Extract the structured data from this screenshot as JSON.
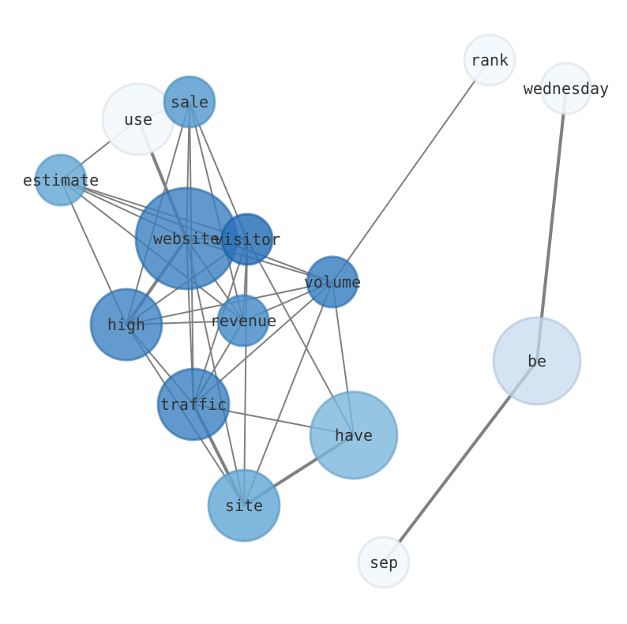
{
  "graph": {
    "nodes": [
      {
        "id": "rank",
        "label": "rank",
        "color": "#f3f8fd",
        "opacity": 0.9,
        "size": 1
      },
      {
        "id": "wednesday",
        "label": "wednesday",
        "color": "#f3f8fd",
        "opacity": 0.9,
        "size": 1
      },
      {
        "id": "use",
        "label": "use",
        "color": "#f3f8fd",
        "opacity": 0.9,
        "size": 3
      },
      {
        "id": "sale",
        "label": "sale",
        "color": "#5b9fd0",
        "opacity": 0.85,
        "size": 1.5
      },
      {
        "id": "estimate",
        "label": "estimate",
        "color": "#6aaad6",
        "opacity": 0.85,
        "size": 1.5
      },
      {
        "id": "website",
        "label": "website",
        "color": "#3a7fbf",
        "opacity": 0.8,
        "size": 6
      },
      {
        "id": "visitor",
        "label": "visitor",
        "color": "#2b72b8",
        "opacity": 0.85,
        "size": 1.5
      },
      {
        "id": "volume",
        "label": "volume",
        "color": "#3d82c2",
        "opacity": 0.85,
        "size": 1.5
      },
      {
        "id": "high",
        "label": "high",
        "color": "#3d82c2",
        "opacity": 0.8,
        "size": 3
      },
      {
        "id": "revenue",
        "label": "revenue",
        "color": "#4a8fc9",
        "opacity": 0.85,
        "size": 1.5
      },
      {
        "id": "be",
        "label": "be",
        "color": "#c6dbef",
        "opacity": 0.75,
        "size": 4.5
      },
      {
        "id": "traffic",
        "label": "traffic",
        "color": "#3a7fbf",
        "opacity": 0.8,
        "size": 3.3
      },
      {
        "id": "have",
        "label": "have",
        "color": "#7ab6dc",
        "opacity": 0.8,
        "size": 4.5
      },
      {
        "id": "site",
        "label": "site",
        "color": "#6aaad6",
        "opacity": 0.85,
        "size": 3
      },
      {
        "id": "sep",
        "label": "sep",
        "color": "#f3f8fd",
        "opacity": 0.9,
        "size": 1.5
      }
    ],
    "edges": [
      {
        "source": "rank",
        "target": "volume",
        "weight": 1
      },
      {
        "source": "wednesday",
        "target": "be",
        "weight": 2
      },
      {
        "source": "be",
        "target": "sep",
        "weight": 2
      },
      {
        "source": "use",
        "target": "website",
        "weight": 2
      },
      {
        "source": "use",
        "target": "sale",
        "weight": 1
      },
      {
        "source": "use",
        "target": "estimate",
        "weight": 1
      },
      {
        "source": "sale",
        "target": "website",
        "weight": 1
      },
      {
        "source": "sale",
        "target": "visitor",
        "weight": 1
      },
      {
        "source": "sale",
        "target": "high",
        "weight": 1
      },
      {
        "source": "sale",
        "target": "revenue",
        "weight": 1
      },
      {
        "source": "sale",
        "target": "traffic",
        "weight": 1
      },
      {
        "source": "estimate",
        "target": "website",
        "weight": 1
      },
      {
        "source": "estimate",
        "target": "visitor",
        "weight": 1
      },
      {
        "source": "estimate",
        "target": "high",
        "weight": 1
      },
      {
        "source": "estimate",
        "target": "revenue",
        "weight": 1
      },
      {
        "source": "estimate",
        "target": "volume",
        "weight": 1
      },
      {
        "source": "website",
        "target": "visitor",
        "weight": 1
      },
      {
        "source": "website",
        "target": "high",
        "weight": 2
      },
      {
        "source": "website",
        "target": "revenue",
        "weight": 1
      },
      {
        "source": "website",
        "target": "traffic",
        "weight": 1
      },
      {
        "source": "website",
        "target": "volume",
        "weight": 1
      },
      {
        "source": "website",
        "target": "site",
        "weight": 1
      },
      {
        "source": "visitor",
        "target": "high",
        "weight": 1
      },
      {
        "source": "visitor",
        "target": "traffic",
        "weight": 1
      },
      {
        "source": "visitor",
        "target": "site",
        "weight": 1
      },
      {
        "source": "visitor",
        "target": "have",
        "weight": 1
      },
      {
        "source": "visitor",
        "target": "revenue",
        "weight": 1
      },
      {
        "source": "volume",
        "target": "high",
        "weight": 1
      },
      {
        "source": "volume",
        "target": "revenue",
        "weight": 1
      },
      {
        "source": "volume",
        "target": "traffic",
        "weight": 1
      },
      {
        "source": "volume",
        "target": "site",
        "weight": 1
      },
      {
        "source": "volume",
        "target": "have",
        "weight": 1
      },
      {
        "source": "high",
        "target": "revenue",
        "weight": 1
      },
      {
        "source": "high",
        "target": "traffic",
        "weight": 1
      },
      {
        "source": "high",
        "target": "site",
        "weight": 1
      },
      {
        "source": "revenue",
        "target": "traffic",
        "weight": 1
      },
      {
        "source": "traffic",
        "target": "have",
        "weight": 1
      },
      {
        "source": "traffic",
        "target": "site",
        "weight": 2
      },
      {
        "source": "have",
        "target": "site",
        "weight": 2
      }
    ]
  }
}
